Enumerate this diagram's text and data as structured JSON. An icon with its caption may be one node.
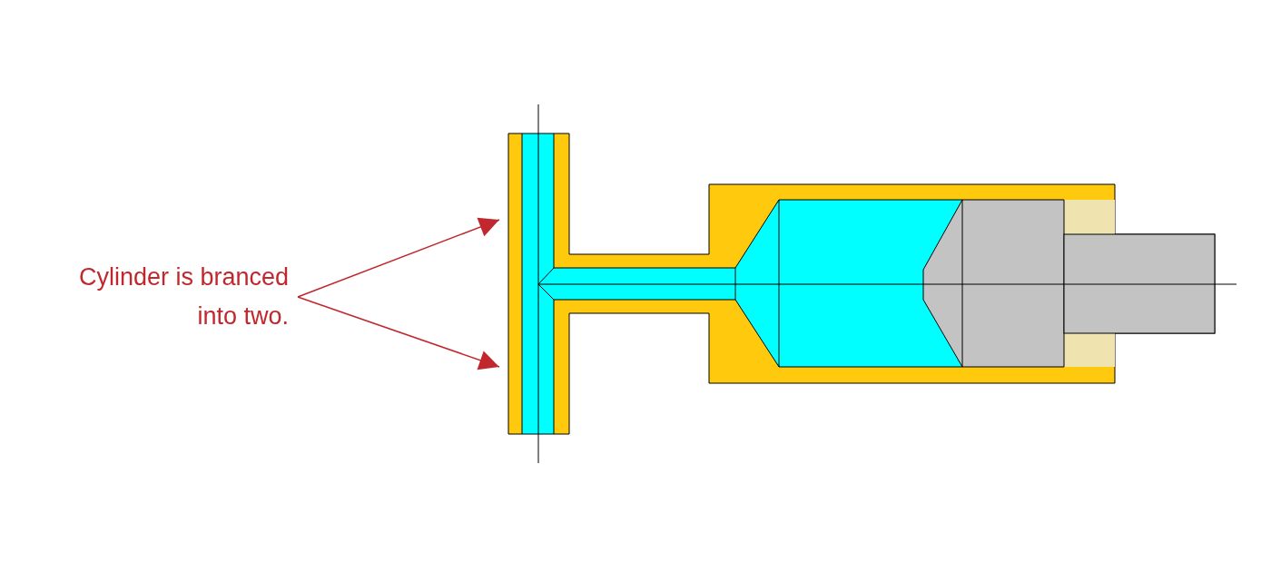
{
  "diagram": {
    "nodes": [
      {
        "text": [
          "Cylinder is branced into two."
        ]
      },
      {
        "text": [],
        "shape": "box"
      },
      {
        "text": [],
        "shape": "box"
      }
    ],
    "edges": [
      {
        "from": 0,
        "to": 1,
        "arrow": "to"
      },
      {
        "from": 0,
        "to": 2,
        "arrow": "to"
      }
    ]
  }
}
